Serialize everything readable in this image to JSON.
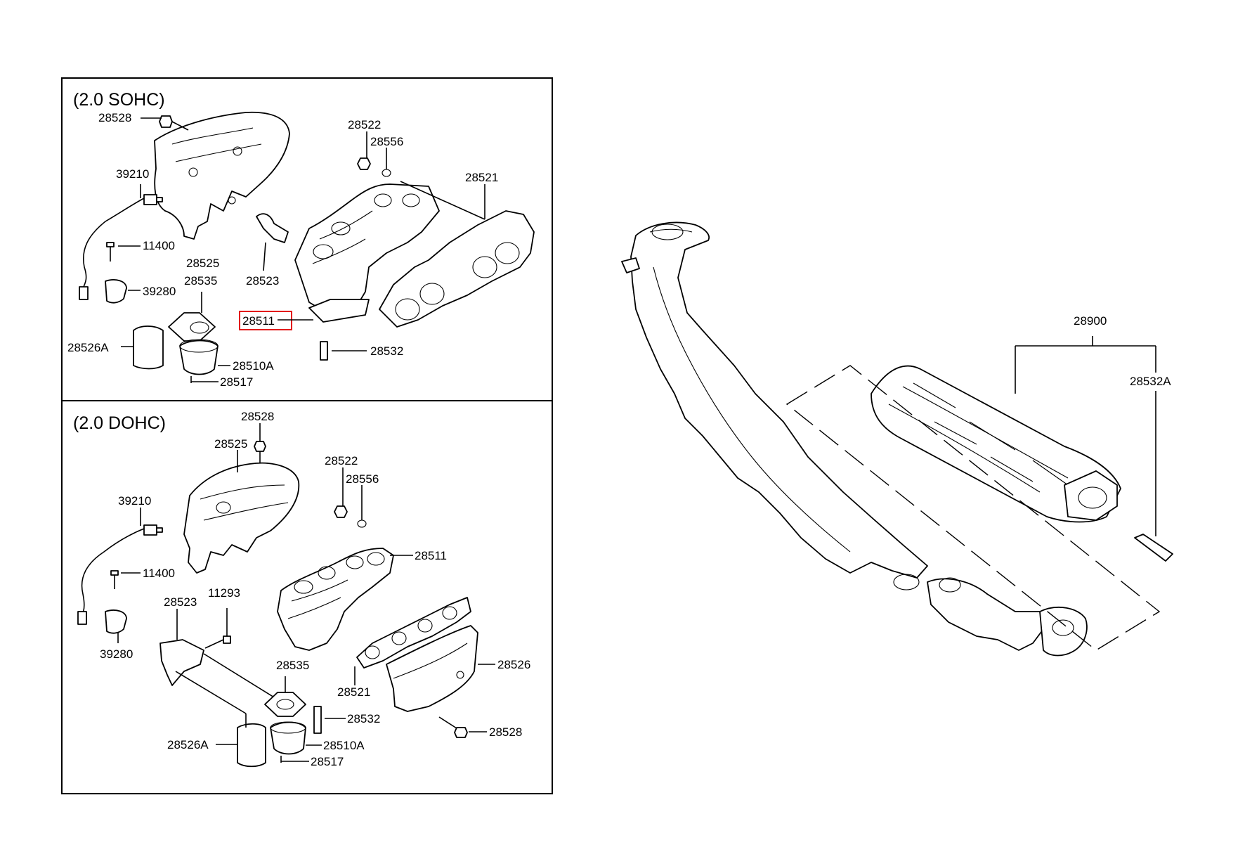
{
  "panels": {
    "sohc_title": "(2.0 SOHC)",
    "dohc_title": "(2.0 DOHC)"
  },
  "sohc_labels": {
    "l28528": "28528",
    "l39210": "39210",
    "l11400": "11400",
    "l39280": "39280",
    "l28525": "28525",
    "l28535": "28535",
    "l28526A": "28526A",
    "l28510A": "28510A",
    "l28517": "28517",
    "l28522": "28522",
    "l28556": "28556",
    "l28521": "28521",
    "l28523": "28523",
    "l28511": "28511",
    "l28532": "28532"
  },
  "dohc_labels": {
    "l28528_top": "28528",
    "l28525": "28525",
    "l39210": "39210",
    "l11400": "11400",
    "l39280": "39280",
    "l28523": "28523",
    "l11293": "11293",
    "l28522": "28522",
    "l28556": "28556",
    "l28511": "28511",
    "l28535": "28535",
    "l28521": "28521",
    "l28526": "28526",
    "l28532": "28532",
    "l28528_bottom": "28528",
    "l28526A": "28526A",
    "l28510A": "28510A",
    "l28517": "28517"
  },
  "right_labels": {
    "l28900": "28900",
    "l28532A": "28532A"
  },
  "highlight_color": "#e21b1b"
}
